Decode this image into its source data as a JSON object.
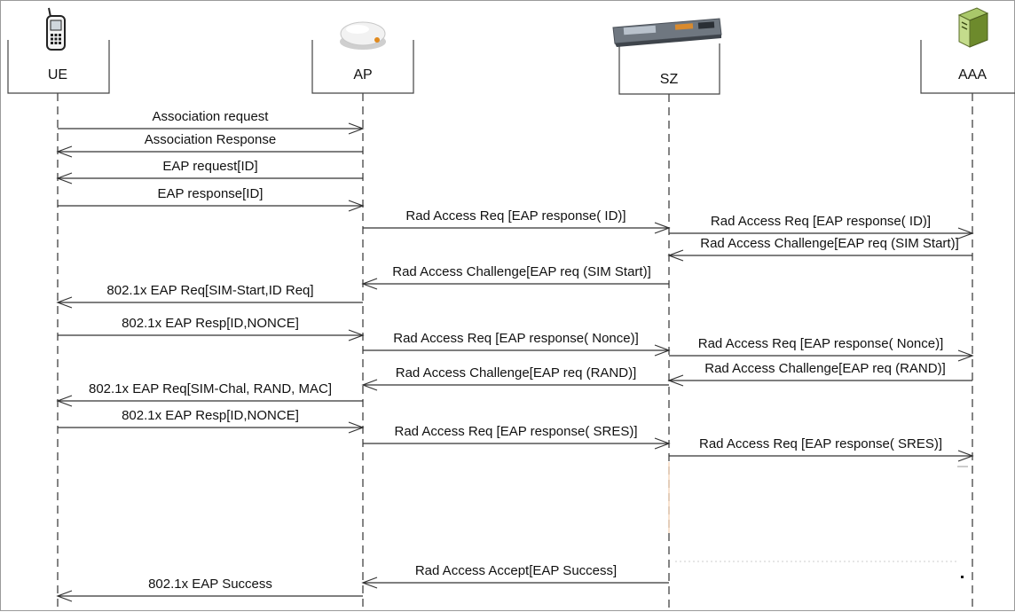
{
  "entities": [
    {
      "name": "UE",
      "icon": "mobile-phone-icon"
    },
    {
      "name": "AP",
      "icon": "access-point-icon"
    },
    {
      "name": "SZ",
      "icon": "smartzone-controller-icon"
    },
    {
      "name": "AAA",
      "icon": "server-tower-icon"
    }
  ],
  "messages": [
    {
      "label": "Association request",
      "from": "UE",
      "to": "AP"
    },
    {
      "label": "Association Response",
      "from": "AP",
      "to": "UE"
    },
    {
      "label": "EAP request[ID]",
      "from": "AP",
      "to": "UE"
    },
    {
      "label": "EAP response[ID]",
      "from": "UE",
      "to": "AP"
    },
    {
      "label": "Rad Access Req [EAP response( ID)]",
      "from": "AP",
      "to": "SZ"
    },
    {
      "label": "Rad Access Req [EAP response( ID)]",
      "from": "SZ",
      "to": "AAA"
    },
    {
      "label": "Rad Access Challenge[EAP req (SIM Start)]",
      "from": "AAA",
      "to": "SZ"
    },
    {
      "label": "Rad Access Challenge[EAP req (SIM Start)]",
      "from": "SZ",
      "to": "AP"
    },
    {
      "label": "802.1x EAP Req[SIM-Start,ID Req]",
      "from": "AP",
      "to": "UE"
    },
    {
      "label": "802.1x EAP Resp[ID,NONCE]",
      "from": "UE",
      "to": "AP"
    },
    {
      "label": "Rad Access Req [EAP response( Nonce)]",
      "from": "AP",
      "to": "SZ"
    },
    {
      "label": "Rad Access Req [EAP response( Nonce)]",
      "from": "SZ",
      "to": "AAA"
    },
    {
      "label": "Rad Access Challenge[EAP req (RAND)]",
      "from": "AAA",
      "to": "SZ"
    },
    {
      "label": "Rad Access Challenge[EAP req (RAND)]",
      "from": "SZ",
      "to": "AP"
    },
    {
      "label": "802.1x EAP Req[SIM-Chal, RAND, MAC]",
      "from": "AP",
      "to": "UE"
    },
    {
      "label": "802.1x EAP Resp[ID,NONCE]",
      "from": "UE",
      "to": "AP"
    },
    {
      "label": "Rad Access Req [EAP response( SRES)]",
      "from": "AP",
      "to": "SZ"
    },
    {
      "label": "Rad Access Req [EAP response( SRES)]",
      "from": "SZ",
      "to": "AAA"
    },
    {
      "label": "Rad Access Accept[EAP Success]",
      "from": "SZ",
      "to": "AP"
    },
    {
      "label": "802.1x EAP Success",
      "from": "AP",
      "to": "UE"
    }
  ]
}
